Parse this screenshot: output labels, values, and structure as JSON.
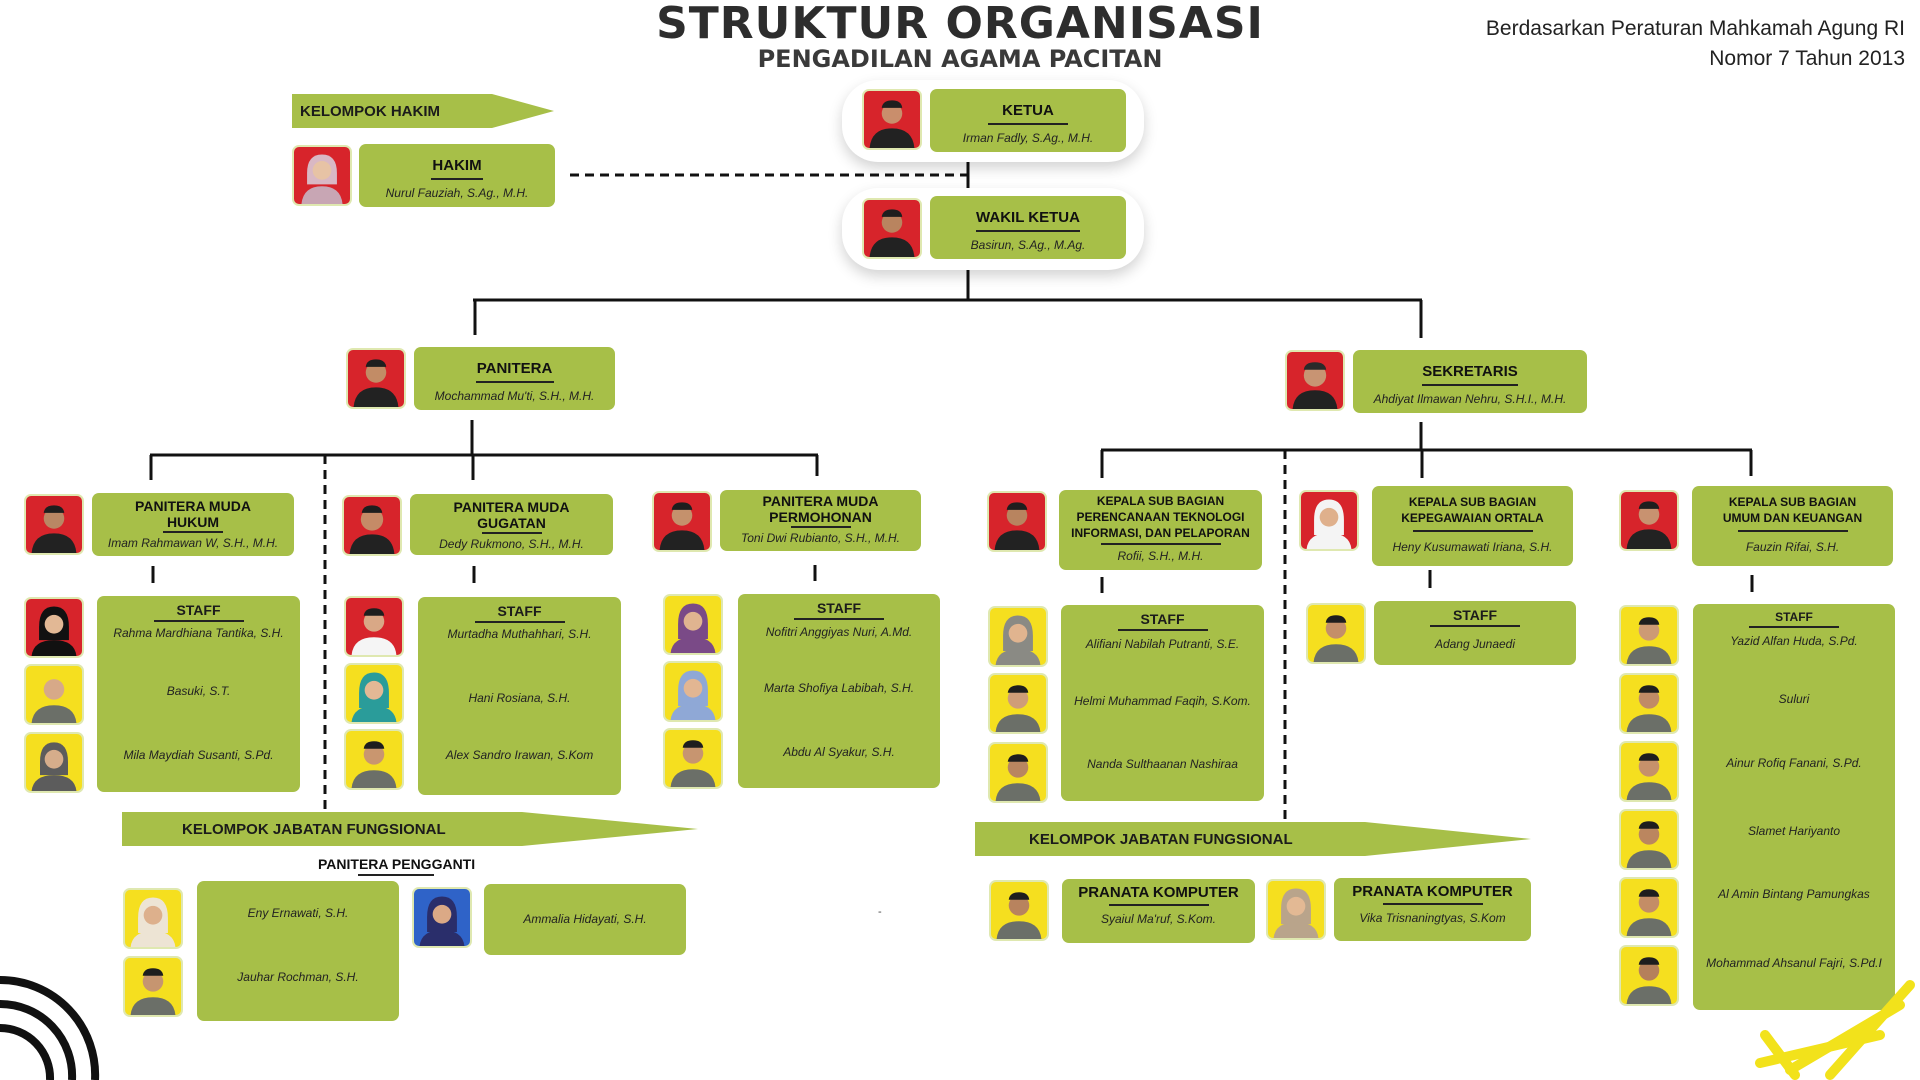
{
  "header": {
    "title": "STRUKTUR ORGANISASI",
    "subtitle": "PENGADILAN AGAMA PACITAN",
    "basis_line1": "Berdasarkan Peraturan Mahkamah Agung RI",
    "basis_line2": "Nomor 7 Tahun 2013"
  },
  "kelompok_hakim": {
    "label": "KELOMPOK HAKIM",
    "hakim": {
      "role": "HAKIM",
      "name": "Nurul Fauziah, S.Ag., M.H."
    }
  },
  "ketua": {
    "role": "KETUA",
    "name": "Irman Fadly, S.Ag., M.H."
  },
  "wakil_ketua": {
    "role": "WAKIL KETUA",
    "name": "Basirun, S.Ag., M.Ag."
  },
  "panitera": {
    "role": "PANITERA",
    "name": "Mochammad Mu'ti, S.H., M.H."
  },
  "sekretaris": {
    "role": "SEKRETARIS",
    "name": "Ahdiyat Ilmawan Nehru, S.H.I., M.H."
  },
  "pm_hukum": {
    "role_line1": "PANITERA MUDA",
    "role_line2": "HUKUM",
    "name": "Imam Rahmawan W, S.H., M.H.",
    "staff_label": "STAFF",
    "staff": [
      "Rahma Mardhiana Tantika, S.H.",
      "Basuki, S.T.",
      "Mila Maydiah Susanti, S.Pd."
    ]
  },
  "pm_gugatan": {
    "role_line1": "PANITERA MUDA",
    "role_line2": "GUGATAN",
    "name": "Dedy Rukmono, S.H., M.H.",
    "staff_label": "STAFF",
    "staff": [
      "Murtadha Muthahhari, S.H.",
      "Hani Rosiana, S.H.",
      "Alex Sandro Irawan, S.Kom"
    ]
  },
  "pm_permohonan": {
    "role_line1": "PANITERA MUDA",
    "role_line2": "PERMOHONAN",
    "name": "Toni Dwi Rubianto, S.H., M.H.",
    "staff_label": "STAFF",
    "staff": [
      "Nofitri Anggiyas Nuri, A.Md.",
      "Marta Shofiya Labibah, S.H.",
      "Abdu Al Syakur, S.H."
    ]
  },
  "kasubag_ptip": {
    "role_line1": "KEPALA SUB BAGIAN",
    "role_line2": "PERENCANAAN TEKNOLOGI",
    "role_line3": "INFORMASI, DAN PELAPORAN",
    "name": "Rofii, S.H., M.H.",
    "staff_label": "STAFF",
    "staff": [
      "Alifiani Nabilah Putranti, S.E.",
      "Helmi Muhammad Faqih, S.Kom.",
      "Nanda Sulthaanan Nashiraa"
    ]
  },
  "kasubag_kepeg": {
    "role_line1": "KEPALA SUB BAGIAN",
    "role_line2": "KEPEGAWAIAN ORTALA",
    "name": "Heny Kusumawati Iriana, S.H.",
    "staff_label": "STAFF",
    "staff": [
      "Adang Junaedi"
    ]
  },
  "kasubag_umum": {
    "role_line1": "KEPALA SUB BAGIAN",
    "role_line2": "UMUM DAN KEUANGAN",
    "name": "Fauzin Rifai, S.H.",
    "staff_label": "STAFF",
    "staff": [
      "Yazid Alfan Huda, S.Pd.",
      "Suluri",
      "Ainur Rofiq Fanani, S.Pd.",
      "Slamet Hariyanto",
      "Al Amin Bintang Pamungkas",
      "Mohammad Ahsanul Fajri, S.Pd.I"
    ]
  },
  "fungsional_left": {
    "label": "KELOMPOK JABATAN FUNGSIONAL",
    "sub_label": "PANITERA PENGGANTI",
    "names_a": [
      "Eny Ernawati, S.H.",
      "Jauhar Rochman, S.H."
    ],
    "names_b": [
      "Ammalia Hidayati, S.H."
    ],
    "dash": "-"
  },
  "fungsional_right": {
    "label": "KELOMPOK JABATAN FUNGSIONAL",
    "pranata1": {
      "role": "PRANATA KOMPUTER",
      "name": "Syaiul Ma'ruf, S.Kom."
    },
    "pranata2": {
      "role": "PRANATA KOMPUTER",
      "name": "Vika Trisnaningtyas, S.Kom"
    }
  },
  "colors": {
    "card": "#a7bf48",
    "accent_yellow": "#f5df1f",
    "photo_red": "#d7242b"
  }
}
